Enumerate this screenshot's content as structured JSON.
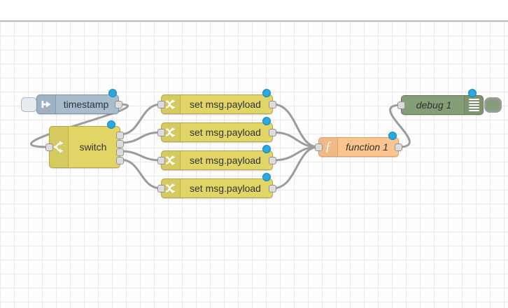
{
  "app": {
    "name": "flow-editor-canvas"
  },
  "nodes": {
    "inject": {
      "label": "timestamp",
      "type": "inject",
      "color": "#a7bccf",
      "icon": "inject-arrow-icon",
      "has_button": true
    },
    "switch": {
      "label": "switch",
      "type": "switch",
      "color": "#e0d565",
      "icon": "switch-fork-icon",
      "outputs": 4
    },
    "change1": {
      "label": "set msg.payload",
      "type": "change",
      "color": "#e0d565",
      "icon": "shuffle-icon"
    },
    "change2": {
      "label": "set msg.payload",
      "type": "change",
      "color": "#e0d565",
      "icon": "shuffle-icon"
    },
    "change3": {
      "label": "set msg.payload",
      "type": "change",
      "color": "#e0d565",
      "icon": "shuffle-icon"
    },
    "change4": {
      "label": "set msg.payload",
      "type": "change",
      "color": "#e0d565",
      "icon": "shuffle-icon"
    },
    "function": {
      "label": "function 1",
      "type": "function",
      "color": "#fcc48e",
      "icon_glyph": "ƒ"
    },
    "debug": {
      "label": "debug 1",
      "type": "debug",
      "color": "#859e77",
      "icon": "debug-list-icon",
      "has_button": true
    }
  },
  "indicators": {
    "changed_dot_color": "#29a9e1"
  },
  "wires": {
    "color": "#9c9c9c"
  },
  "grid": {
    "line_color": "#e9e9e9",
    "background": "#fdfdfd"
  }
}
